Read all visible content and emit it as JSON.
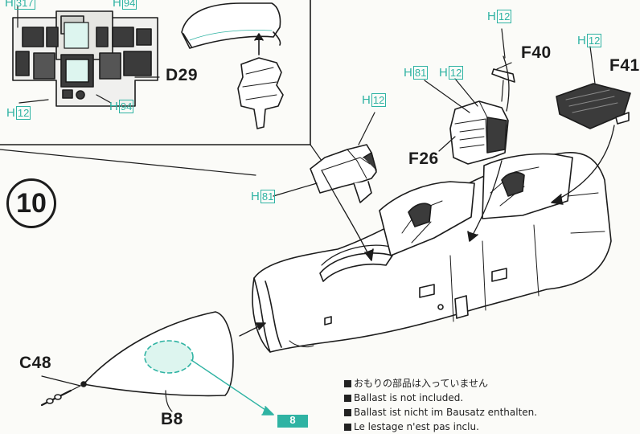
{
  "step": {
    "number": "10"
  },
  "parts": {
    "d29": "D29",
    "f40": "F40",
    "f41": "F41",
    "f26": "F26",
    "c48": "C48",
    "b8": "B8"
  },
  "paint_prefix": "H",
  "paint_codes": {
    "top_left_partial": "317",
    "top_right_partial": "94",
    "panel_left": "12",
    "panel_right": "94",
    "seat_front": "12",
    "seat_front_side": "81",
    "rear_81": "81",
    "rear_12": "12",
    "f40_top": "12",
    "f41_top": "12"
  },
  "notes": [
    "おもりの部品は入っていません",
    "Ballast is not included.",
    "Ballast ist nicht im Bausatz enthalten.",
    "Le lestage n'est pas inclu."
  ],
  "page_number": "8",
  "colors": {
    "accent": "#2fb3a3",
    "ink": "#1c1c1c",
    "paper": "#fbfbf8"
  }
}
